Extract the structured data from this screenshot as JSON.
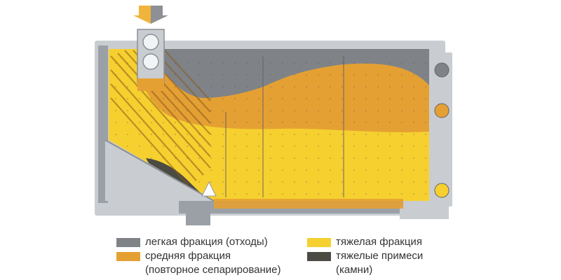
{
  "colors": {
    "light": "#7f8387",
    "medium": "#e5a033",
    "heavy": "#f6d02f",
    "stones": "#4b4a43",
    "frame": "#c9cdd1",
    "frame_dark": "#9aa0a6",
    "arrow_top": "#f0b43c",
    "arrow_bottom": "#8d9094"
  },
  "legend": {
    "light_label": "легкая фракция (отходы)",
    "medium_label_1": "средняя фракция",
    "medium_label_2": "(повторное сепарирование)",
    "heavy_label": "тяжелая фракция",
    "stones_label_1": "тяжелые примеси",
    "stones_label_2": "(камни)"
  }
}
